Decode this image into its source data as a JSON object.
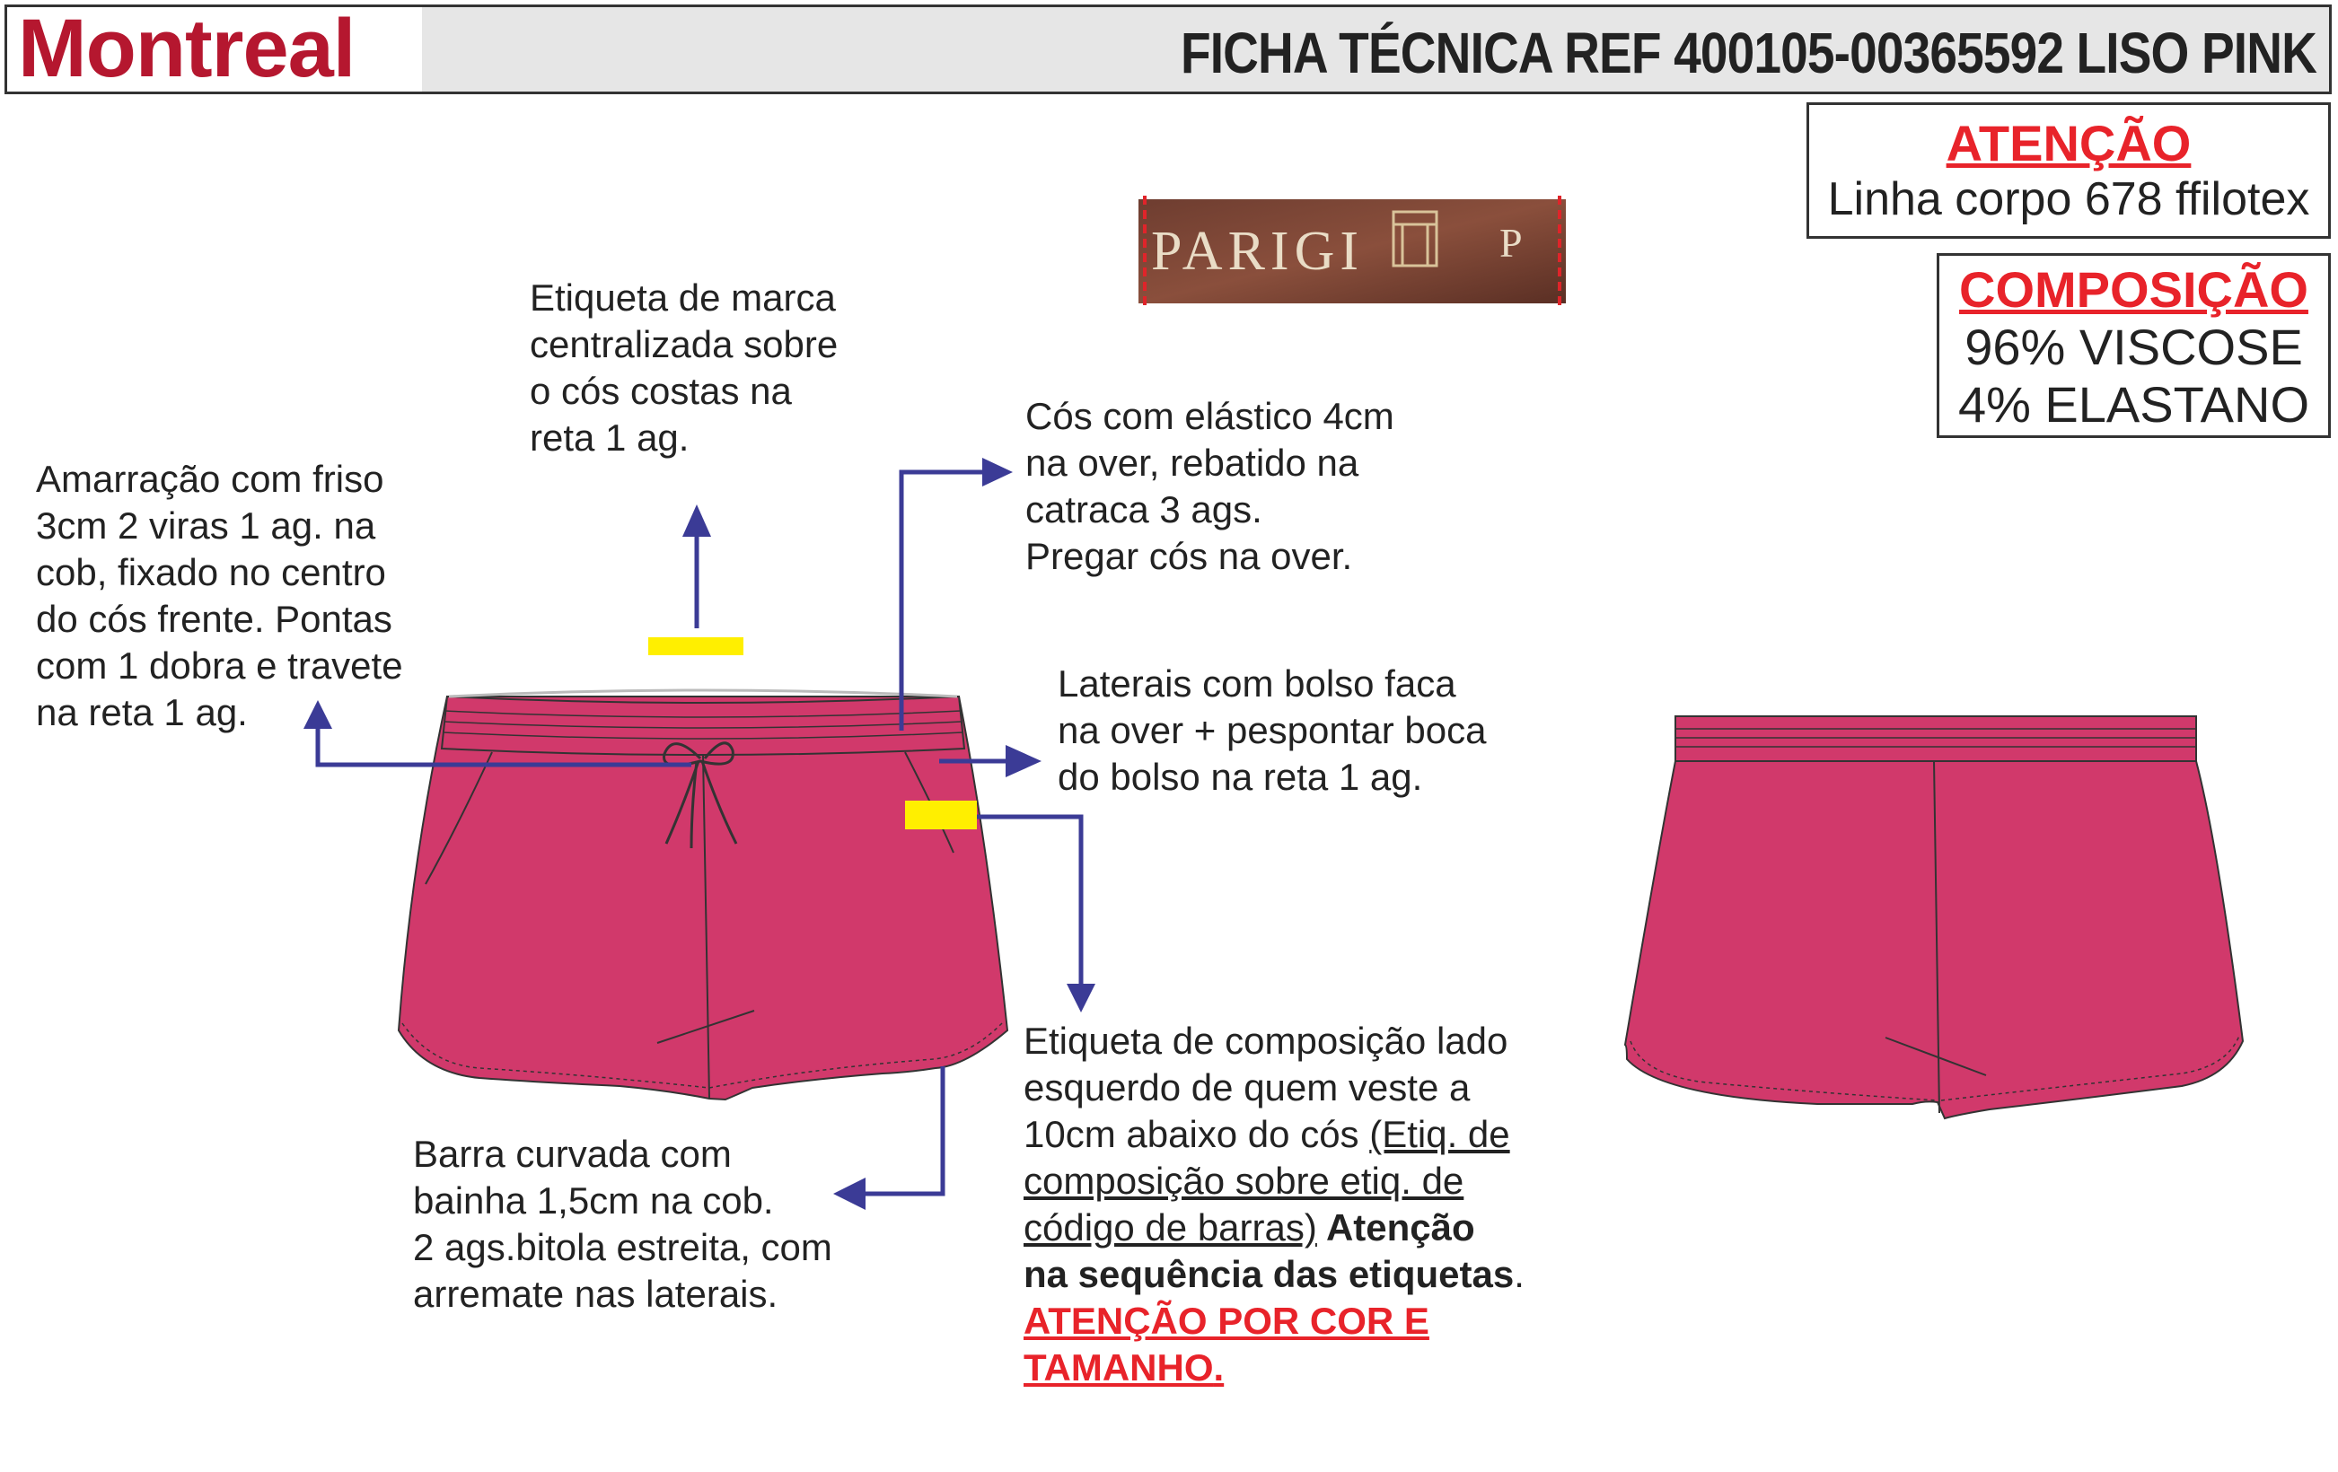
{
  "header": {
    "logo": "Montreal",
    "title": "FICHA TÉCNICA REF 400105-00365592 LISO PINK"
  },
  "attention": {
    "title": "ATENÇÃO",
    "text": "Linha corpo 678 ffilotex"
  },
  "composition": {
    "title": "COMPOSIÇÃO",
    "lines": [
      "96% VISCOSE",
      "4% ELASTANO"
    ]
  },
  "label_photo": {
    "brand": "PARIGI",
    "size": "P"
  },
  "notes": {
    "brand_label": [
      "Etiqueta de marca",
      "centralizada sobre",
      "o cós costas na",
      "reta 1 ag."
    ],
    "drawstring": [
      "Amarração com friso",
      "3cm 2 viras 1 ag. na",
      "cob, fixado no centro",
      "do cós frente. Pontas",
      "com 1 dobra e travete",
      "na reta 1 ag."
    ],
    "waistband": [
      "Cós com elástico 4cm",
      "na over, rebatido na",
      "catraca 3 ags.",
      "Pregar cós na over."
    ],
    "sides": [
      "Laterais com bolso faca",
      "na over + pespontar boca",
      "do bolso na reta 1 ag."
    ],
    "hem": [
      "Barra curvada com",
      "bainha 1,5cm na cob.",
      "2 ags.bitola estreita, com",
      "arremate nas laterais."
    ],
    "comp_label": {
      "line1": "Etiqueta de composição lado",
      "line2": "esquerdo de quem veste a",
      "line3_plain": "10cm abaixo do cós ",
      "line3_u": "(Etiq. de",
      "line4_u": "composição sobre etiq. de",
      "line5_u": "código de barras)",
      "line5_b": " Atenção",
      "line6_b": "na sequência das etiquetas",
      "line6_end": ".",
      "line7_red": "ATENÇÃO POR COR E",
      "line8_red": "TAMANHO",
      "line8_end": "."
    }
  },
  "colors": {
    "garment": "#d1396b",
    "arrow": "#3b3b96",
    "marker": "#ffef00",
    "logo": "#b5172f",
    "alert": "#e8232a"
  }
}
